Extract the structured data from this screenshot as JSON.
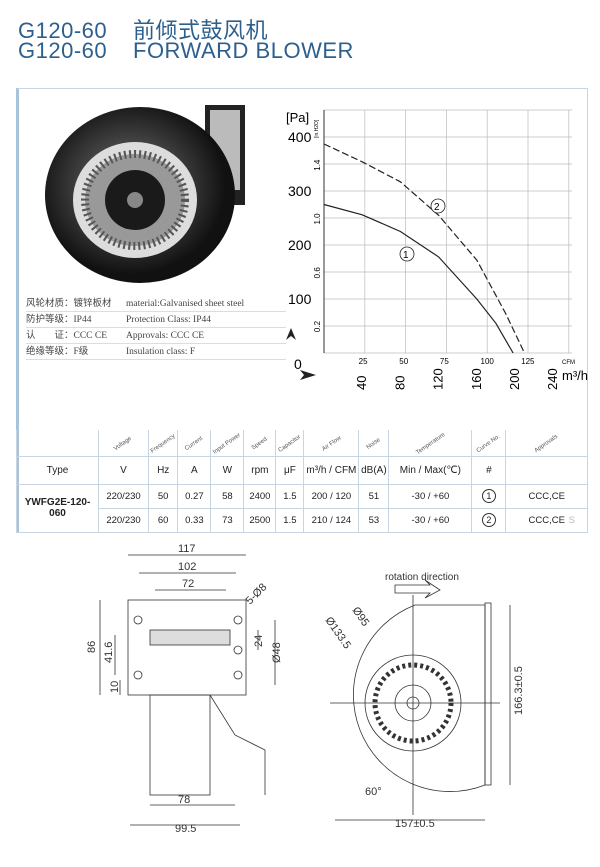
{
  "header": {
    "model1": "G120-60",
    "title_cn": "前倾式鼓风机",
    "model2": "G120-60",
    "title_en": "FORWARD BLOWER"
  },
  "specs": [
    {
      "cn": "风轮材质：镀锌板材",
      "en": "material:Galvanised sheet steel"
    },
    {
      "cn": "防护等级：IP44",
      "en": "Protection Class: IP44"
    },
    {
      "cn": "认　　证：CCC CE",
      "en": "Approvals: CCC  CE"
    },
    {
      "cn": "绝缘等级：F级",
      "en": "Insulation class: F"
    }
  ],
  "chart_data": {
    "type": "line",
    "ylabel": "[Pa]",
    "ylabel2": "[in.H2O]",
    "xlabel": "m³/h",
    "xlabel2": "CFM",
    "y_ticks": [
      "0",
      "100",
      "200",
      "300",
      "400"
    ],
    "y2_ticks": [
      "0.2",
      "0.6",
      "1.0",
      "1.4"
    ],
    "cfm_ticks": [
      "25",
      "50",
      "75",
      "100",
      "125"
    ],
    "x_ticks": [
      "40",
      "80",
      "120",
      "160",
      "200",
      "240"
    ],
    "xlim": [
      0,
      260
    ],
    "ylim": [
      0,
      450
    ],
    "series": [
      {
        "name": "①",
        "style": "solid",
        "points": [
          [
            0,
            275
          ],
          [
            40,
            256
          ],
          [
            80,
            225
          ],
          [
            120,
            178
          ],
          [
            160,
            100
          ],
          [
            180,
            55
          ],
          [
            198,
            0
          ]
        ]
      },
      {
        "name": "②",
        "style": "dashed",
        "points": [
          [
            0,
            387
          ],
          [
            40,
            354
          ],
          [
            80,
            317
          ],
          [
            120,
            255
          ],
          [
            160,
            172
          ],
          [
            190,
            74
          ],
          [
            210,
            0
          ]
        ]
      }
    ]
  },
  "table": {
    "headers": [
      "Voltage",
      "Frequency",
      "Current",
      "Input Power",
      "Speed",
      "Capacitor",
      "Air Flow",
      "Noise",
      "Temperature",
      "Curve No.",
      "Approvals"
    ],
    "type_label": "Type",
    "units": [
      "V",
      "Hz",
      "A",
      "W",
      "rpm",
      "μF",
      "m³/h / CFM",
      "dB(A)",
      "Min / Max(℃)",
      "#",
      ""
    ],
    "model": "YWFG2E-120-060",
    "rows": [
      [
        "220/230",
        "50",
        "0.27",
        "58",
        "2400",
        "1.5",
        "200 / 120",
        "51",
        "-30 / +60",
        "1",
        "CCC,CE"
      ],
      [
        "220/230",
        "60",
        "0.33",
        "73",
        "2500",
        "1.5",
        "210 / 124",
        "53",
        "-30 / +60",
        "2",
        "CCC,CE"
      ]
    ],
    "mark": "S"
  },
  "drawing": {
    "d117": "117",
    "d102": "102",
    "d72": "72",
    "holes": "5-Ø8",
    "d86": "86",
    "d41": "41.6",
    "d10": "10",
    "d24": "24",
    "d48": "Ø48",
    "d78": "78",
    "d99": "99.5",
    "rotation": "rotation direction",
    "d95": "Ø95",
    "d133": "Ø133.5",
    "d166": "166.3±0.5",
    "d60": "60°",
    "d157": "157±0.5"
  }
}
